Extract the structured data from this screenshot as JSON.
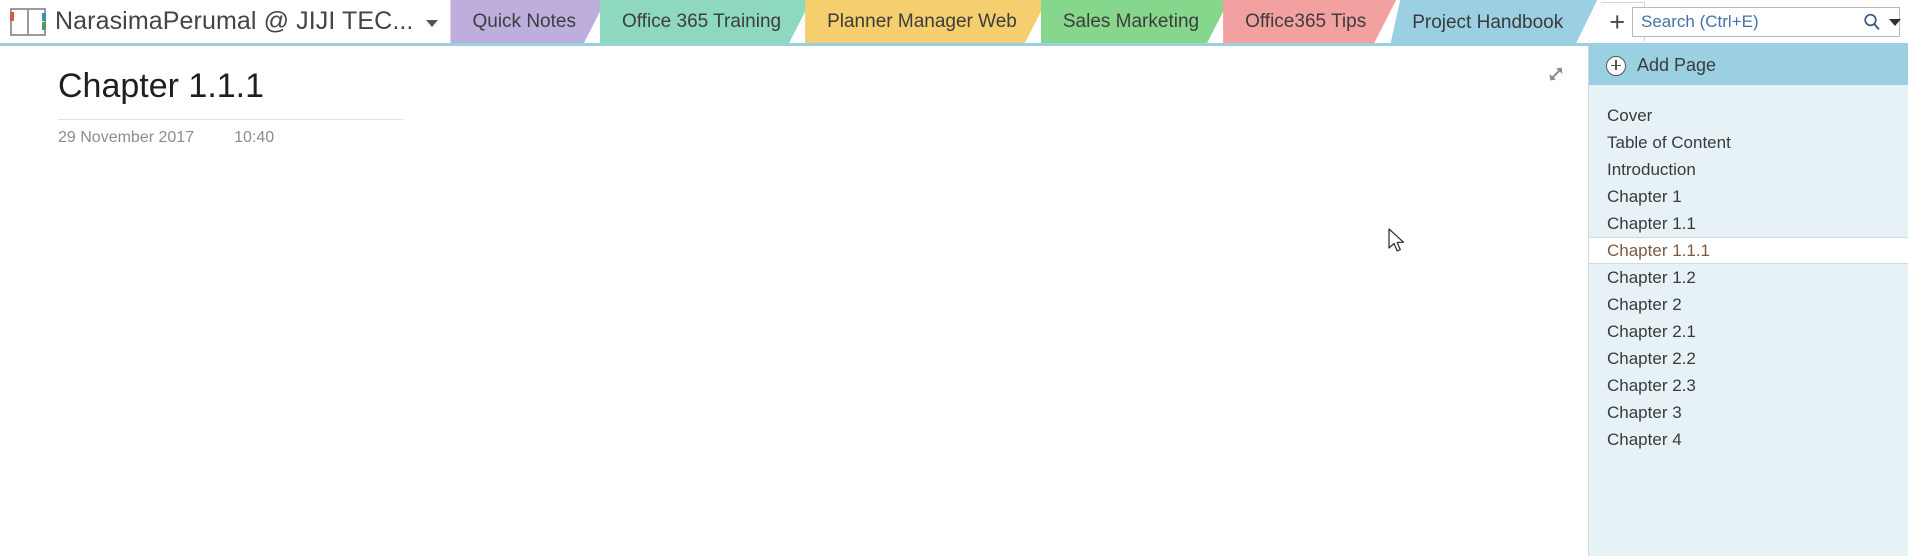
{
  "notebook": {
    "name": "NarasimaPerumal @ JIJI TEC...",
    "icon": "notebook-icon",
    "dropdown_icon": "chevron-down-icon"
  },
  "tabs": [
    {
      "label": "Quick Notes",
      "color": "#BDAEDC",
      "active": false
    },
    {
      "label": "Office 365 Training",
      "color": "#8ED8C0",
      "active": false
    },
    {
      "label": "Planner Manager Web",
      "color": "#F5CE6E",
      "active": false
    },
    {
      "label": "Sales Marketing",
      "color": "#86D68C",
      "active": false
    },
    {
      "label": "Office365 Tips",
      "color": "#F2A0A0",
      "active": false
    },
    {
      "label": "Project Handbook",
      "color": "#9BD0E3",
      "active": true
    }
  ],
  "add_tab": {
    "label": "+",
    "icon": "plus-icon"
  },
  "search": {
    "placeholder": "Search (Ctrl+E)",
    "value": "",
    "icon": "search-icon",
    "dropdown_icon": "chevron-down-icon"
  },
  "page": {
    "title": "Chapter 1.1.1",
    "date": "29 November 2017",
    "time": "10:40",
    "expand_icon": "expand-diagonal-arrow-icon"
  },
  "page_panel": {
    "add_page": {
      "label": "Add Page",
      "icon": "plus-circle-icon"
    },
    "items": [
      {
        "label": "Cover",
        "selected": false
      },
      {
        "label": "Table of Content",
        "selected": false
      },
      {
        "label": "Introduction",
        "selected": false
      },
      {
        "label": "Chapter 1",
        "selected": false
      },
      {
        "label": "Chapter 1.1",
        "selected": false
      },
      {
        "label": "Chapter 1.1.1",
        "selected": true
      },
      {
        "label": "Chapter 1.2",
        "selected": false
      },
      {
        "label": "Chapter 2",
        "selected": false
      },
      {
        "label": "Chapter 2.1",
        "selected": false
      },
      {
        "label": "Chapter 2.2",
        "selected": false
      },
      {
        "label": "Chapter 2.3",
        "selected": false
      },
      {
        "label": "Chapter 3",
        "selected": false
      },
      {
        "label": "Chapter 4",
        "selected": false
      }
    ]
  },
  "colors": {
    "accent": "#9BD0E3",
    "panel_bg": "#E6F2F5",
    "selected_text": "#7B5A42"
  }
}
